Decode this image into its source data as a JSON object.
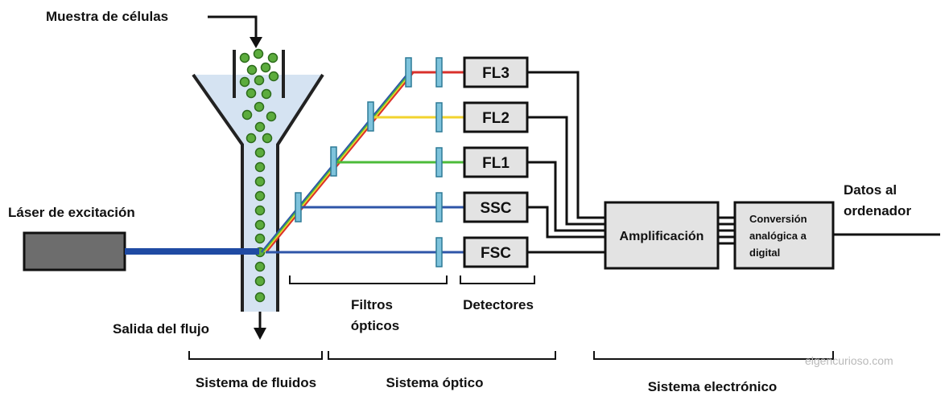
{
  "labels": {
    "sample": "Muestra de células",
    "laser": "Láser de excitación",
    "outflow": "Salida del flujo",
    "filters_line1": "Filtros",
    "filters_line2": "ópticos",
    "detectors": "Detectores",
    "data_line1": "Datos al",
    "data_line2": "ordenador",
    "fluidics_system": "Sistema de fluidos",
    "optical_system": "Sistema óptico",
    "electronic_system": "Sistema electrónico"
  },
  "detectors": [
    {
      "id": "fl3",
      "label": "FL3",
      "beam_color": "#d9302b"
    },
    {
      "id": "fl2",
      "label": "FL2",
      "beam_color": "#f2d32e"
    },
    {
      "id": "fl1",
      "label": "FL1",
      "beam_color": "#4cbb3a"
    },
    {
      "id": "ssc",
      "label": "SSC",
      "beam_color": "#2e55a8"
    },
    {
      "id": "fsc",
      "label": "FSC",
      "beam_color": "#2e55a8"
    }
  ],
  "amplification": "Amplificación",
  "adc_lines": [
    "Conversión",
    "analógica a",
    "digital"
  ],
  "watermark": "elgencurioso.com",
  "colors": {
    "laser_beam": "#1f4aa3",
    "cell_fill": "#5cac3d",
    "cell_stroke": "#2d6b1c",
    "funnel_fill": "#d5e3f2",
    "filter_fill": "#7ec3dc",
    "box_fill": "#e3e3e3",
    "laser_body": "#6d6d6d"
  }
}
